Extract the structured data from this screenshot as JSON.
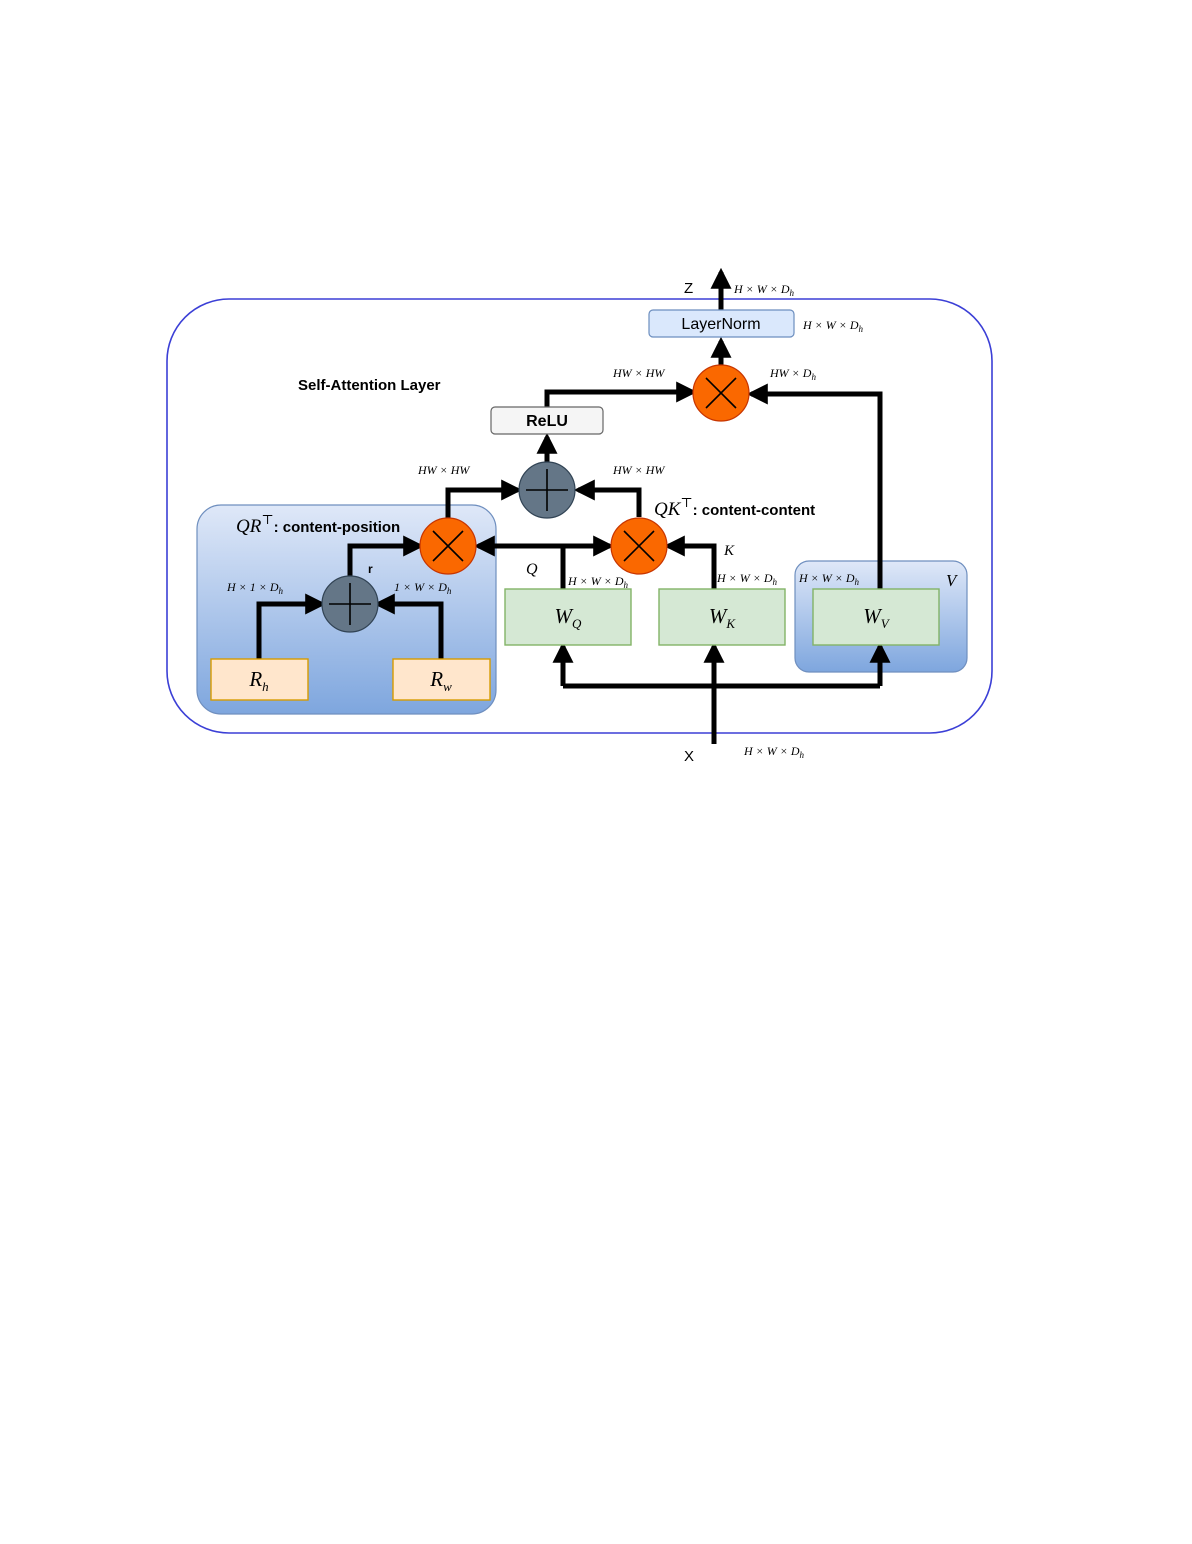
{
  "title": "Self-Attention Layer",
  "nodes": {
    "layernorm": "LayerNorm",
    "relu": "ReLU",
    "w_q": {
      "base": "W",
      "sub": "Q"
    },
    "w_k": {
      "base": "W",
      "sub": "K"
    },
    "w_v": {
      "base": "W",
      "sub": "V"
    },
    "r_h": {
      "base": "R",
      "sub": "h"
    },
    "r_w": {
      "base": "R",
      "sub": "w"
    }
  },
  "group_labels": {
    "qr": {
      "math": "QR",
      "sup": "⊤",
      "text": ": content-position"
    },
    "qk": {
      "math": "QK",
      "sup": "⊤",
      "text": ": content-content"
    },
    "v": "V"
  },
  "io_labels": {
    "output": "Z",
    "input": "X"
  },
  "edge_labels": {
    "q": "Q",
    "k": "K",
    "r": "r"
  },
  "dim_labels": {
    "hwd": {
      "main": "H × W × D",
      "sub": "h"
    },
    "hw_d": {
      "main": "HW × D",
      "sub": "h"
    },
    "hw_hw": "HW × HW",
    "h1d": {
      "main": "H × 1 × D",
      "sub": "h"
    },
    "1wd": {
      "main": "1 × W × D",
      "sub": "h"
    }
  },
  "colors": {
    "frame_border": "#3b3fd6",
    "blue_group_top": "#dfe8f8",
    "blue_group_bottom": "#7ea6de",
    "blue_group_border": "#6f8fbf",
    "weight_fill": "#d5e8d4",
    "weight_border": "#82b366",
    "pos_fill": "#ffe6cc",
    "pos_border": "#d79b00",
    "multiply_fill": "#fa6800",
    "multiply_border": "#c73500",
    "add_fill": "#647687",
    "add_border": "#314354",
    "layernorm_fill": "#dae8fc",
    "layernorm_border": "#6c8ebf",
    "relu_fill": "#f5f5f5",
    "relu_border": "#666666"
  },
  "icons": [
    "multiply-icon",
    "add-icon",
    "arrow-head-icon"
  ]
}
